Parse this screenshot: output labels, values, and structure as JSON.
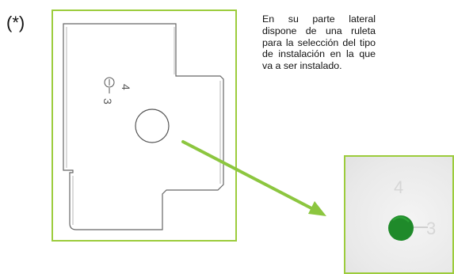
{
  "marker": "(*)",
  "description": "En su parte lateral dispone de una ruleta para la selección del tipo de instalación en la que va a ser instalado.",
  "device_labels": {
    "pos_4": "4",
    "pos_3": "3"
  },
  "colors": {
    "frame_green": "#9ccc3c",
    "arrow_green": "#8cc63f",
    "knob_green": "#1f8a2a"
  }
}
